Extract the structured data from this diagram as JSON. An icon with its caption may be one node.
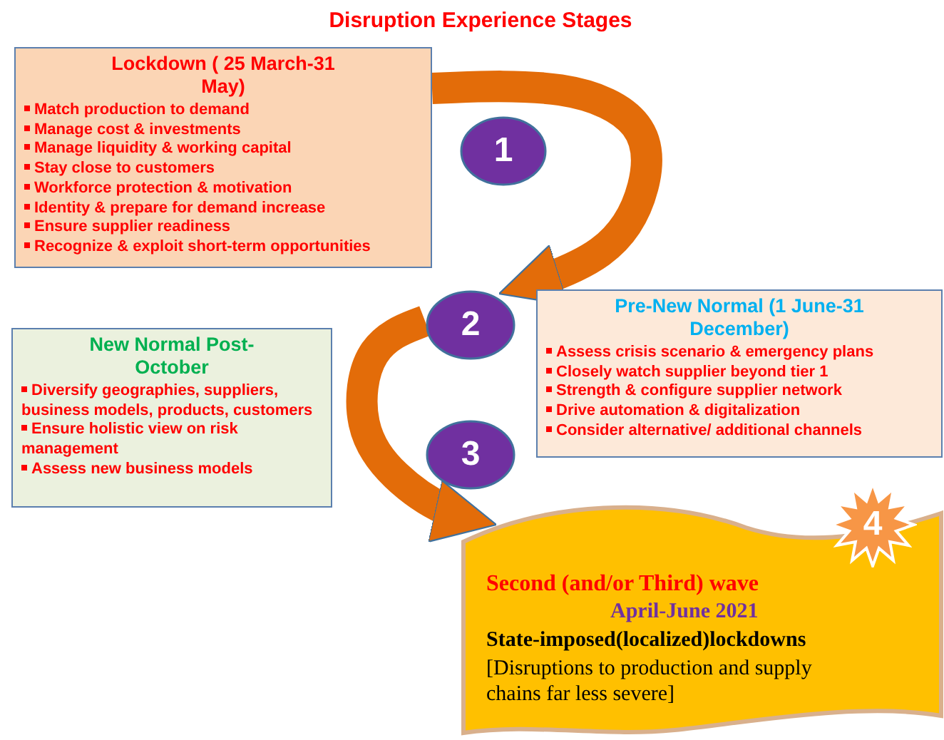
{
  "diagram": {
    "title": "Disruption Experience Stages",
    "nodes": [
      {
        "text": [
          "Lockdown ( 25 March-31 May)",
          "Match production to demand",
          "Manage cost & investments",
          "Manage liquidity  & working capital",
          "Stay close to customers",
          "Workforce protection  & motivation",
          "Identity & prepare for demand increase",
          "Ensure supplier readiness",
          "Recognize & exploit short-term opportunities"
        ]
      },
      {
        "text": [
          "1"
        ]
      },
      {
        "text": [
          "Pre-New Normal (1 June-31 December)",
          "Assess crisis scenario & emergency plans",
          "Closely watch supplier beyond tier 1",
          "Strength & configure supplier network",
          "Drive automation & digitalization",
          "Consider alternative/ additional channels"
        ]
      },
      {
        "text": [
          "2"
        ]
      },
      {
        "text": [
          "New Normal Post-October",
          "Diversify   geographies, suppliers,  business models, products, customers",
          "Ensure holistic view on risk management",
          "Assess new business models"
        ]
      },
      {
        "text": [
          "3"
        ]
      },
      {
        "text": [
          "Second (and/or Third) wave",
          "April-June 2021",
          "State-imposed(localized)lockdowns",
          "[Disruptions to production and supply chains far less severe]"
        ]
      },
      {
        "text": [
          "4"
        ]
      }
    ],
    "edges": [
      {
        "from": 0,
        "to": 3,
        "arrow": "to"
      },
      {
        "from": 3,
        "to": 6,
        "arrow": "to"
      }
    ]
  }
}
